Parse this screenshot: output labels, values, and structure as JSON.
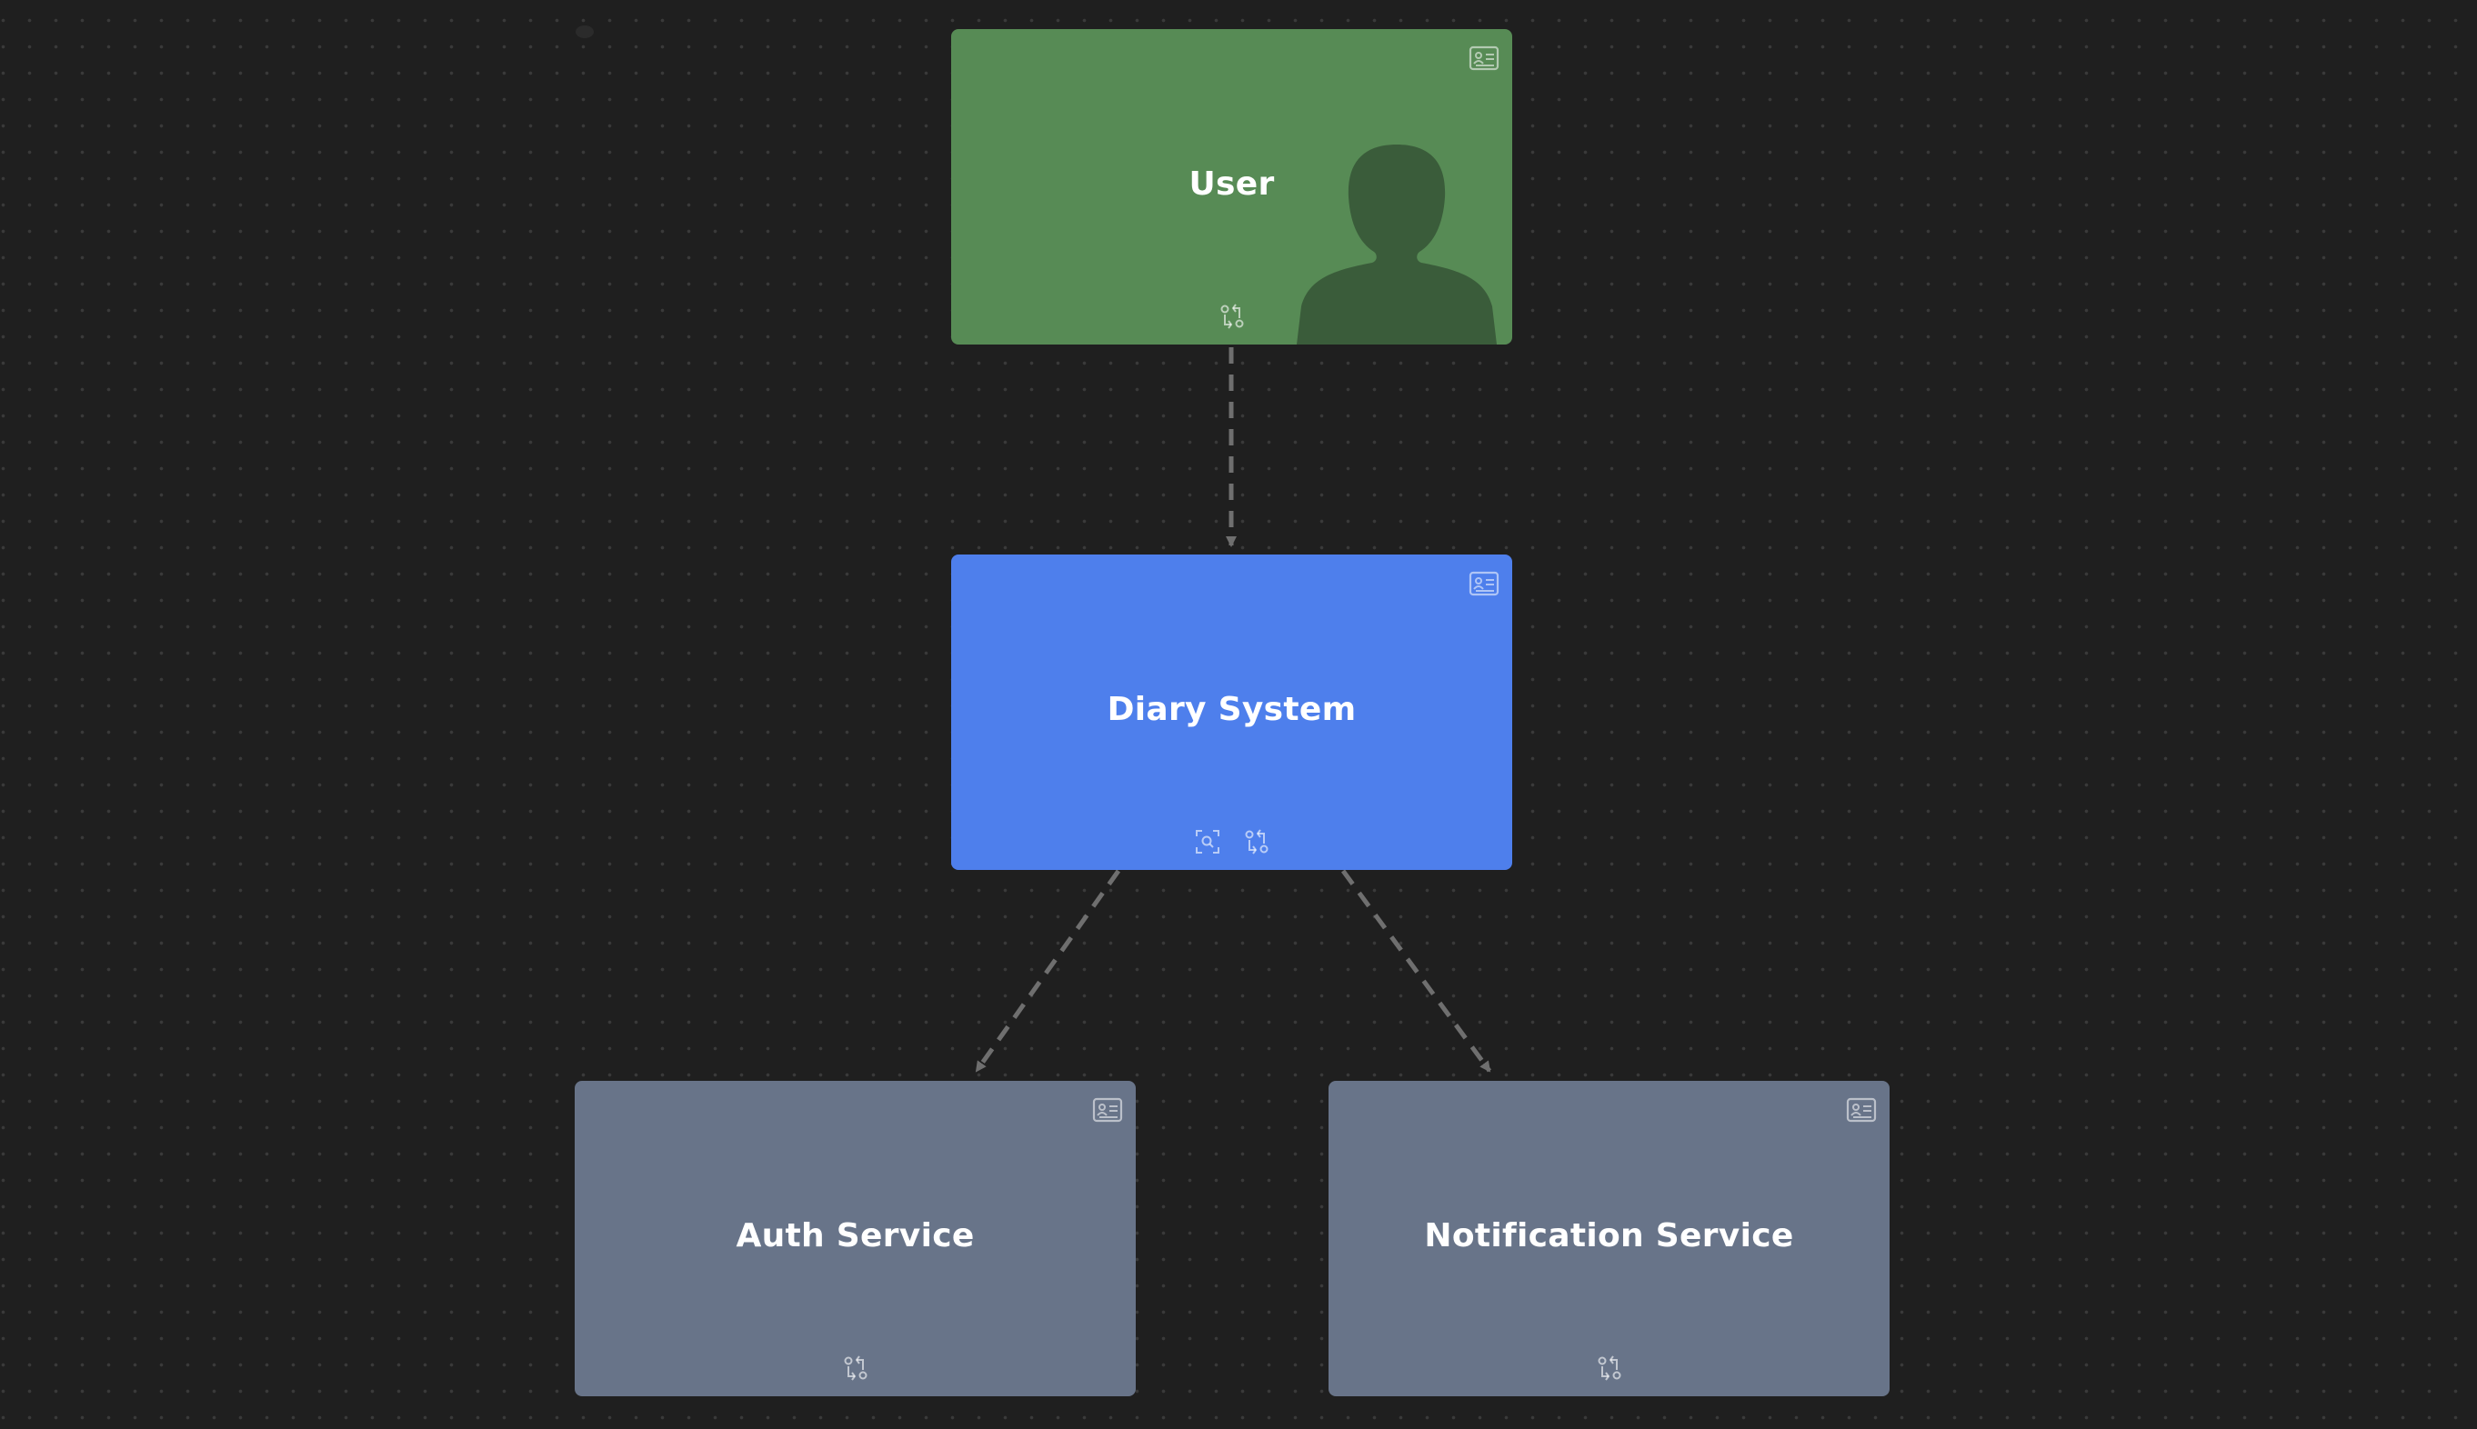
{
  "colors": {
    "background": "#1f1f1f",
    "person_fill": "#578b55",
    "person_silhouette": "#3a5c3a",
    "system_fill": "#4e7fec",
    "external_fill": "#687489",
    "edge": "#6f6f6f",
    "icon_stroke": "rgba(255,255,255,0.55)"
  },
  "nodes": {
    "user": {
      "title": "User",
      "type": "person",
      "icons": [
        "card-icon",
        "relations-icon"
      ]
    },
    "diary_system": {
      "title": "Diary System",
      "type": "software-system",
      "icons": [
        "card-icon",
        "zoom-focus-icon",
        "relations-icon"
      ]
    },
    "auth_service": {
      "title": "Auth Service",
      "type": "external-system",
      "icons": [
        "card-icon",
        "relations-icon"
      ]
    },
    "notification_service": {
      "title": "Notification Service",
      "type": "external-system",
      "icons": [
        "card-icon",
        "relations-icon"
      ]
    }
  },
  "edges": [
    {
      "from": "User",
      "to": "Diary System",
      "style": "dashed"
    },
    {
      "from": "Diary System",
      "to": "Auth Service",
      "style": "dashed"
    },
    {
      "from": "Diary System",
      "to": "Notification Service",
      "style": "dashed"
    }
  ]
}
